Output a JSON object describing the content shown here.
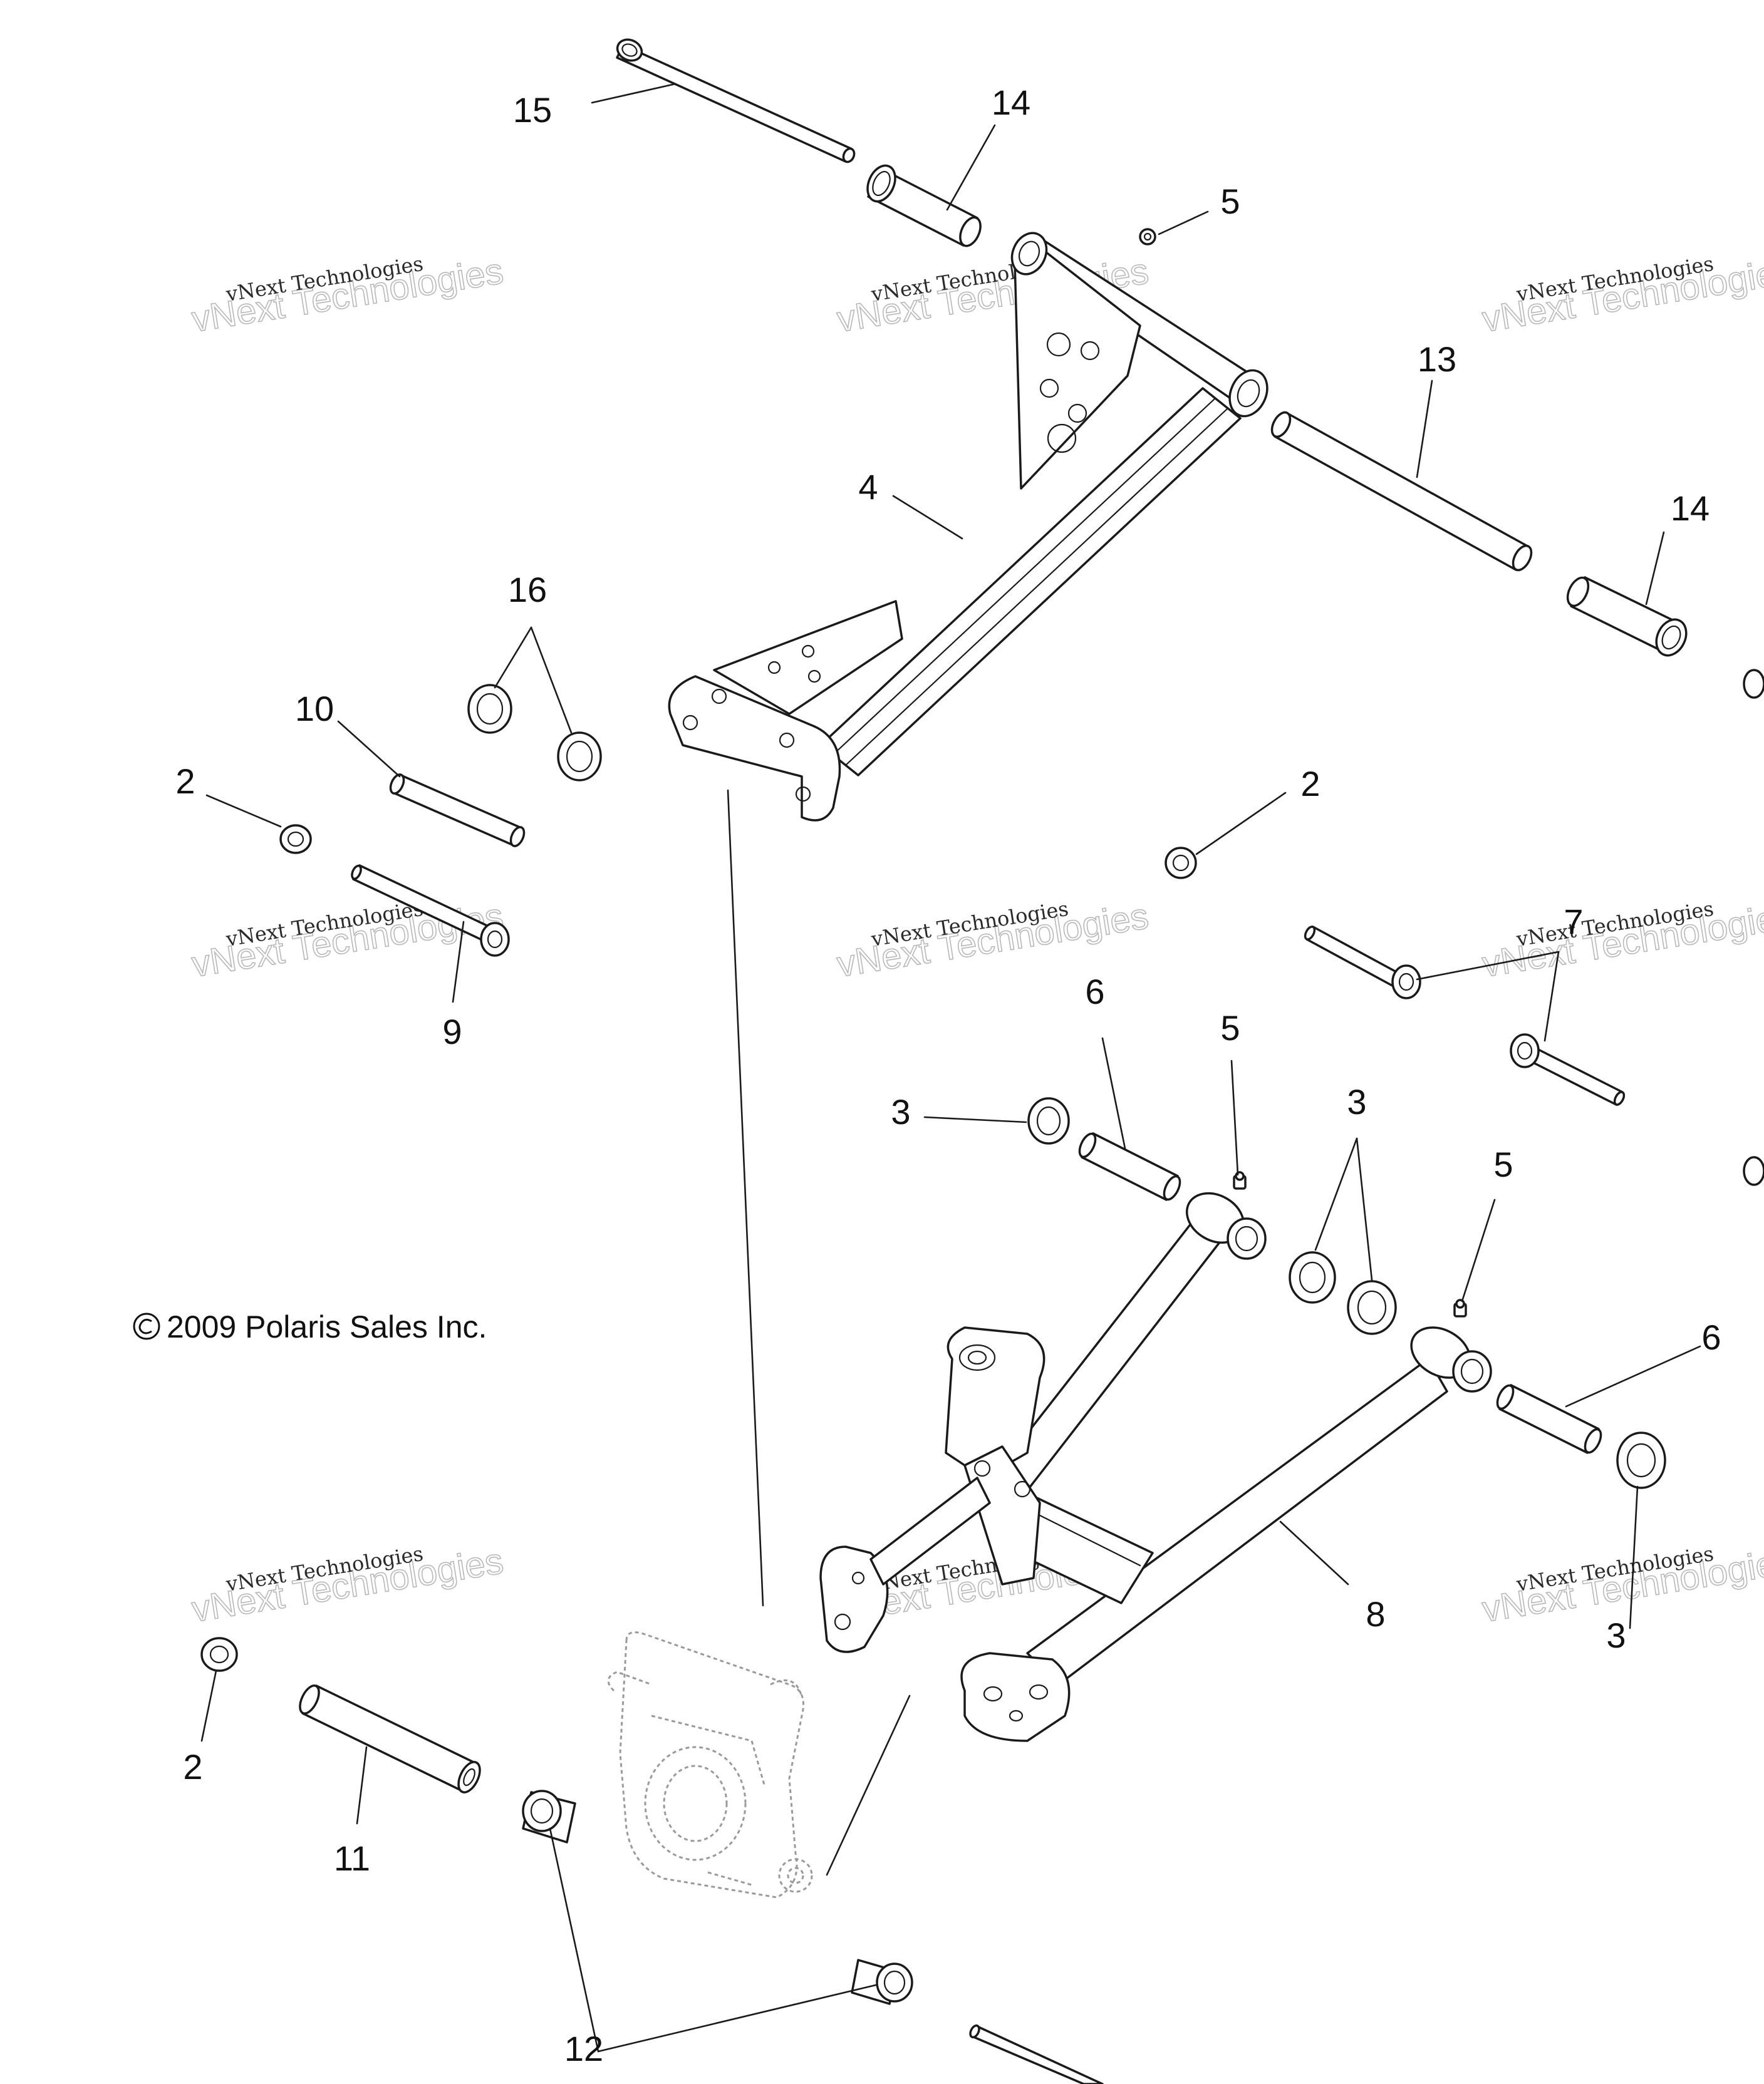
{
  "callouts": [
    {
      "id": "c15",
      "text": "15"
    },
    {
      "id": "c14a",
      "text": "14"
    },
    {
      "id": "c5a",
      "text": "5"
    },
    {
      "id": "c13",
      "text": "13"
    },
    {
      "id": "c14b",
      "text": "14"
    },
    {
      "id": "c4",
      "text": "4"
    },
    {
      "id": "c16",
      "text": "16"
    },
    {
      "id": "c10",
      "text": "10"
    },
    {
      "id": "c2a",
      "text": "2"
    },
    {
      "id": "c2b",
      "text": "2"
    },
    {
      "id": "c9",
      "text": "9"
    },
    {
      "id": "c7",
      "text": "7"
    },
    {
      "id": "c6a",
      "text": "6"
    },
    {
      "id": "c5b",
      "text": "5"
    },
    {
      "id": "c3a",
      "text": "3"
    },
    {
      "id": "c3b",
      "text": "3"
    },
    {
      "id": "c5c",
      "text": "5"
    },
    {
      "id": "c6b",
      "text": "6"
    },
    {
      "id": "c8",
      "text": "8"
    },
    {
      "id": "c3c",
      "text": "3"
    },
    {
      "id": "c2c",
      "text": "2"
    },
    {
      "id": "c11",
      "text": "11"
    },
    {
      "id": "c12",
      "text": "12"
    }
  ],
  "copyright": "2009 Polaris Sales Inc.",
  "watermark": {
    "line1": "vNext Technologies",
    "line2": "vNext Technologies"
  }
}
